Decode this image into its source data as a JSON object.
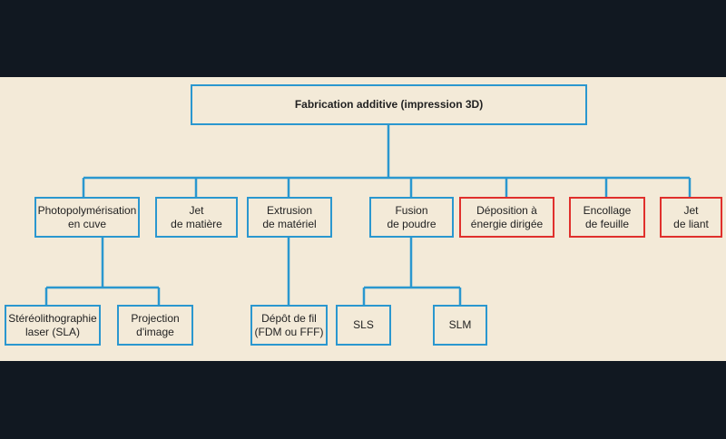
{
  "colors": {
    "blue": "#2a97cf",
    "red": "#e0302c",
    "background": "#f3ead8",
    "frame": "#111821"
  },
  "root": "Fabrication additive (impression 3D)",
  "level1": [
    {
      "label": "Photopolymérisation\nen cuve"
    },
    {
      "label": "Jet\nde matière"
    },
    {
      "label": "Extrusion\nde matériel"
    },
    {
      "label": "Fusion\nde poudre"
    },
    {
      "label": "Déposition à\nénergie dirigée"
    },
    {
      "label": "Encollage\nde feuille"
    },
    {
      "label": "Jet\nde liant"
    }
  ],
  "level2": [
    {
      "label": "Stéréolithographie\nlaser (SLA)"
    },
    {
      "label": "Projection\nd'image"
    },
    {
      "label": "Dépôt de fil\n(FDM ou FFF)"
    },
    {
      "label": "SLS"
    },
    {
      "label": "SLM"
    }
  ]
}
